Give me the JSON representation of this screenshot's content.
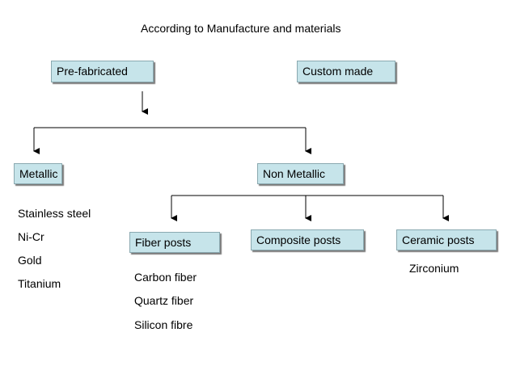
{
  "title": "According to Manufacture and materials",
  "boxes": {
    "prefabricated": "Pre-fabricated",
    "custom_made": "Custom made",
    "metallic": "Metallic",
    "non_metallic": "Non Metallic",
    "fiber_posts": "Fiber posts",
    "composite_posts": "Composite posts",
    "ceramic_posts": "Ceramic posts"
  },
  "metallic_items": [
    "Stainless steel",
    "Ni-Cr",
    "Gold",
    "Titanium"
  ],
  "fiber_items": [
    "Carbon fiber",
    "Quartz fiber",
    "Silicon fibre"
  ],
  "ceramic_items": [
    "Zirconium"
  ]
}
